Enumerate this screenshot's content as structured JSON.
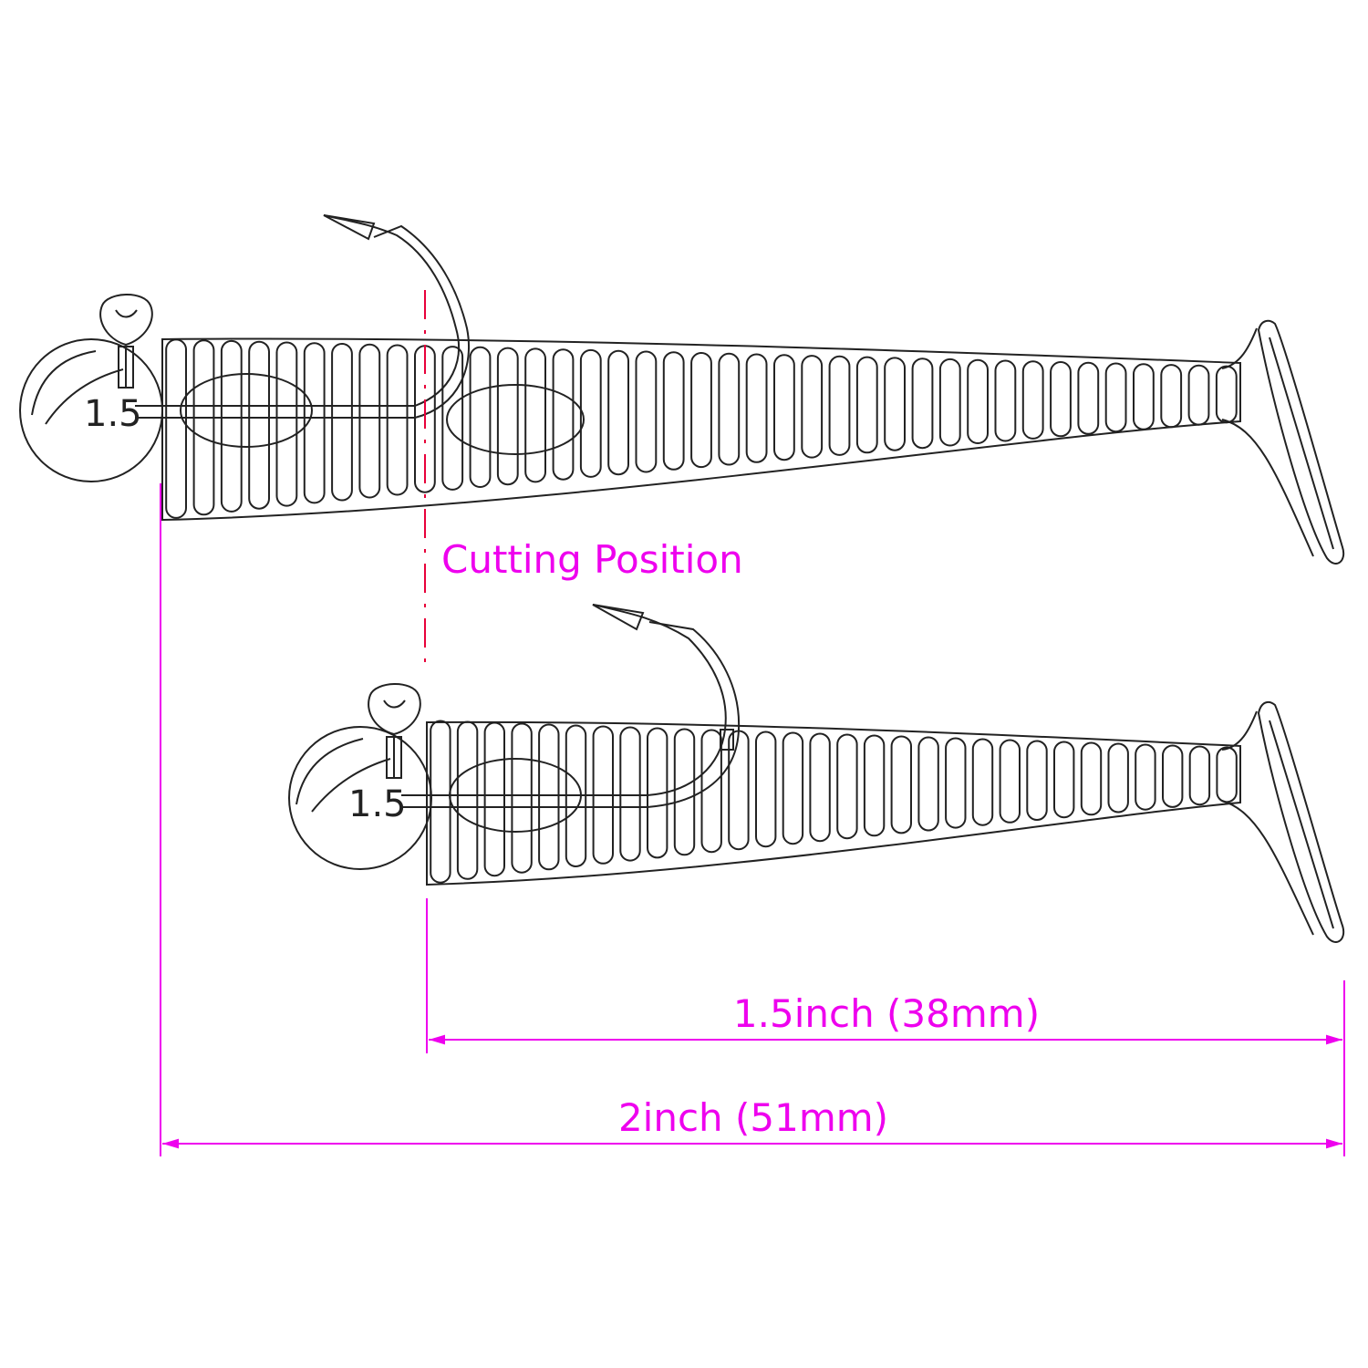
{
  "colors": {
    "line": "#222222",
    "accent": "#ee00ee",
    "cut_line": "#e8003a",
    "background": "#ffffff"
  },
  "labels": {
    "cutting_position": "Cutting Position",
    "dim_short": "1.5inch (38mm)",
    "dim_long": "2inch (51mm)"
  },
  "lures": [
    {
      "id": "full",
      "jig_weight_label": "1.5",
      "length_label": "2inch (51mm)",
      "segments": 39
    },
    {
      "id": "cut",
      "jig_weight_label": "1.5",
      "length_label": "1.5inch (38mm)",
      "segments": 30
    }
  ]
}
